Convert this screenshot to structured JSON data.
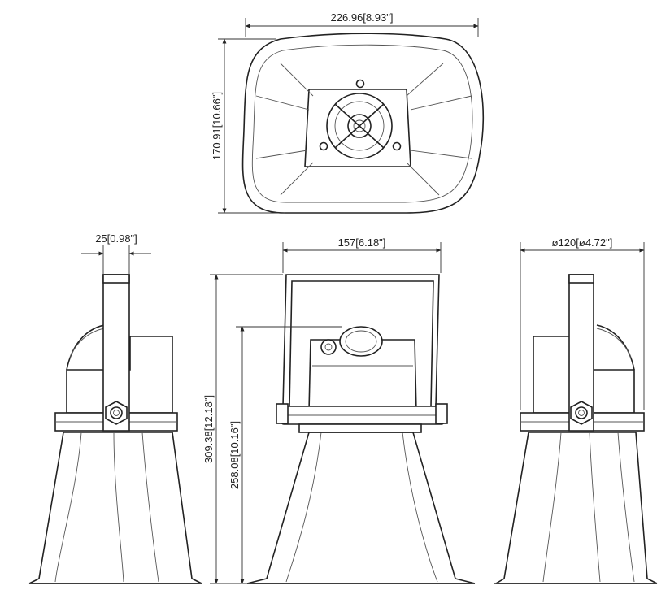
{
  "dimensions": {
    "top_width": "226.96[8.93\"]",
    "top_depth": "170.91[10.66\"]",
    "bracket_width": "25[0.98\"]",
    "front_width": "157[6.18\"]",
    "diameter": "ø120[ø4.72\"]",
    "total_height": "309.38[12.18\"]",
    "body_height": "258.08[10.16\"]"
  },
  "views": [
    "top-view",
    "side-view-left",
    "front-view",
    "side-view-right"
  ],
  "colors": {
    "line": "#222222",
    "background": "#ffffff"
  }
}
